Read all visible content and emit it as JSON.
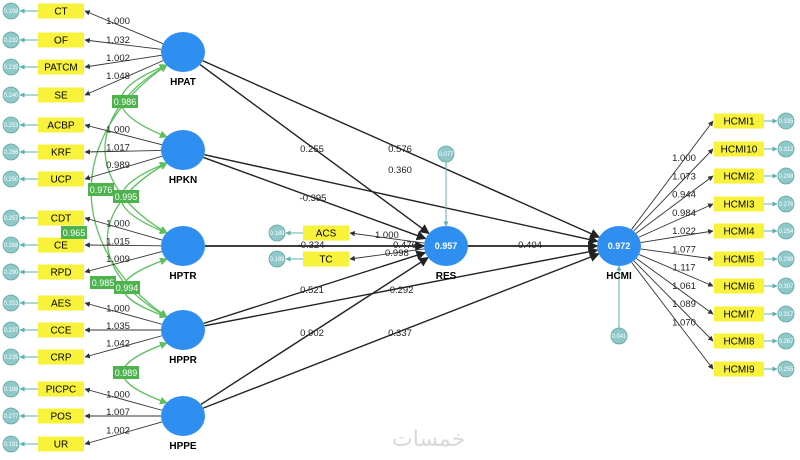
{
  "watermark": "خمسات",
  "latents": [
    {
      "id": "HPAT",
      "name": "HPAT",
      "r2": ""
    },
    {
      "id": "HPKN",
      "name": "HPKN",
      "r2": ""
    },
    {
      "id": "HPTR",
      "name": "HPTR",
      "r2": ""
    },
    {
      "id": "HPPR",
      "name": "HPPR",
      "r2": ""
    },
    {
      "id": "HPPE",
      "name": "HPPE",
      "r2": ""
    },
    {
      "id": "RES",
      "name": "RES",
      "r2": "0.957"
    },
    {
      "id": "HCMI",
      "name": "HCMI",
      "r2": "0.972"
    }
  ],
  "left_indicators": [
    {
      "label": "CT",
      "error": "0.208",
      "loading": "1.000",
      "latent": "HPAT"
    },
    {
      "label": "OF",
      "error": "0.232",
      "loading": "1.032",
      "latent": "HPAT"
    },
    {
      "label": "PATCM",
      "error": "0.235",
      "loading": "1.002",
      "latent": "HPAT"
    },
    {
      "label": "SE",
      "error": "0.240",
      "loading": "1.048",
      "latent": "HPAT"
    },
    {
      "label": "ACBP",
      "error": "0.253",
      "loading": "1.000",
      "latent": "HPKN"
    },
    {
      "label": "KRF",
      "error": "0.266",
      "loading": "1.017",
      "latent": "HPKN"
    },
    {
      "label": "UCP",
      "error": "0.250",
      "loading": "0.989",
      "latent": "HPKN"
    },
    {
      "label": "CDT",
      "error": "0.257",
      "loading": "1.000",
      "latent": "HPTR"
    },
    {
      "label": "CE",
      "error": "0.268",
      "loading": "1.015",
      "latent": "HPTR"
    },
    {
      "label": "RPD",
      "error": "0.290",
      "loading": "1.009",
      "latent": "HPTR"
    },
    {
      "label": "AES",
      "error": "0.253",
      "loading": "1.000",
      "latent": "HPPR"
    },
    {
      "label": "CCE",
      "error": "0.237",
      "loading": "1.035",
      "latent": "HPPR"
    },
    {
      "label": "CRP",
      "error": "0.235",
      "loading": "1.042",
      "latent": "HPPR"
    },
    {
      "label": "PICPC",
      "error": "0.188",
      "loading": "1.000",
      "latent": "HPPE"
    },
    {
      "label": "POS",
      "error": "0.277",
      "loading": "1.007",
      "latent": "HPPE"
    },
    {
      "label": "UR",
      "error": "0.191",
      "loading": "1.002",
      "latent": "HPPE"
    }
  ],
  "res_indicators": [
    {
      "label": "ACS",
      "error": "0.189",
      "loading": "1.000"
    },
    {
      "label": "TC",
      "error": "0.189",
      "loading": "0.998"
    }
  ],
  "hcmi_indicators": [
    {
      "label": "HCMI1",
      "error": "0.335",
      "loading": "1.000"
    },
    {
      "label": "HCMI10",
      "error": "0.312",
      "loading": "1.073"
    },
    {
      "label": "HCMI2",
      "error": "0.298",
      "loading": "0.944"
    },
    {
      "label": "HCMI3",
      "error": "0.276",
      "loading": "0.984"
    },
    {
      "label": "HCMI4",
      "error": "0.254",
      "loading": "1.022"
    },
    {
      "label": "HCMI5",
      "error": "0.298",
      "loading": "1.077"
    },
    {
      "label": "HCMI6",
      "error": "0.307",
      "loading": "1.117"
    },
    {
      "label": "HCMI7",
      "error": "0.317",
      "loading": "1.061"
    },
    {
      "label": "HCMI8",
      "error": "0.267",
      "loading": "1.089"
    },
    {
      "label": "HCMI9",
      "error": "0.255",
      "loading": "1.070"
    }
  ],
  "latent_errors": [
    {
      "latent": "RES",
      "value": "0.077"
    },
    {
      "latent": "HCMI",
      "value": "0.041"
    }
  ],
  "paths": [
    {
      "from": "HPAT",
      "to": "RES",
      "coef": "0.255"
    },
    {
      "from": "HPAT",
      "to": "HCMI",
      "coef": "0.576"
    },
    {
      "from": "HPKN",
      "to": "RES",
      "coef": "-0.395"
    },
    {
      "from": "HPKN",
      "to": "HCMI",
      "coef": "0.360"
    },
    {
      "from": "HPTR",
      "to": "RES",
      "coef": "0.476"
    },
    {
      "from": "HPTR",
      "to": "HCMI",
      "coef": "-0.324"
    },
    {
      "from": "HPPR",
      "to": "RES",
      "coef": "0.521"
    },
    {
      "from": "HPPR",
      "to": "HCMI",
      "coef": "-0.292"
    },
    {
      "from": "HPPE",
      "to": "RES",
      "coef": "0.902"
    },
    {
      "from": "HPPE",
      "to": "HCMI",
      "coef": "0.337"
    },
    {
      "from": "RES",
      "to": "HCMI",
      "coef": "0.404"
    }
  ],
  "covariances": [
    {
      "a": "HPAT",
      "b": "HPKN",
      "value": "0.986"
    },
    {
      "a": "HPKN",
      "b": "HPTR",
      "value": "0.995"
    },
    {
      "a": "HPAT",
      "b": "HPTR",
      "value": "0.976"
    },
    {
      "a": "HPAT",
      "b": "HPPR",
      "value": "0.965"
    },
    {
      "a": "HPTR",
      "b": "HPPR",
      "value": "0.994"
    },
    {
      "a": "HPKN",
      "b": "HPPR",
      "value": "0.985"
    },
    {
      "a": "HPPR",
      "b": "HPPE",
      "value": "0.989"
    }
  ],
  "colors": {
    "latent": "#2f8ff0",
    "indicator": "#f8f33a",
    "error": "#8ec8c8",
    "covariance": "#4db34d",
    "path": "#222222"
  }
}
